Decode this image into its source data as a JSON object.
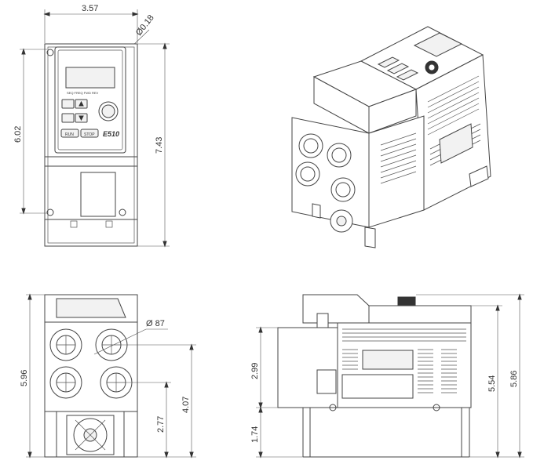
{
  "dimensions": {
    "front_width": "3.57",
    "mount_hole": "Ø0.18",
    "front_inner_height": "6.02",
    "front_total_height": "7.43",
    "bottom_height": "5.96",
    "knockout_dia": "Ø 87",
    "knockout_center_high": "4.07",
    "knockout_center_low": "2.77",
    "side_height_a": "5.54",
    "side_height_b": "5.86",
    "side_upper": "2.99",
    "side_lower": "1.74"
  },
  "labels": {
    "keypad_logo": "E510",
    "key_run": "RUN",
    "key_stop": "STOP",
    "display_tags": "SEQ FREQ FWD REV"
  }
}
